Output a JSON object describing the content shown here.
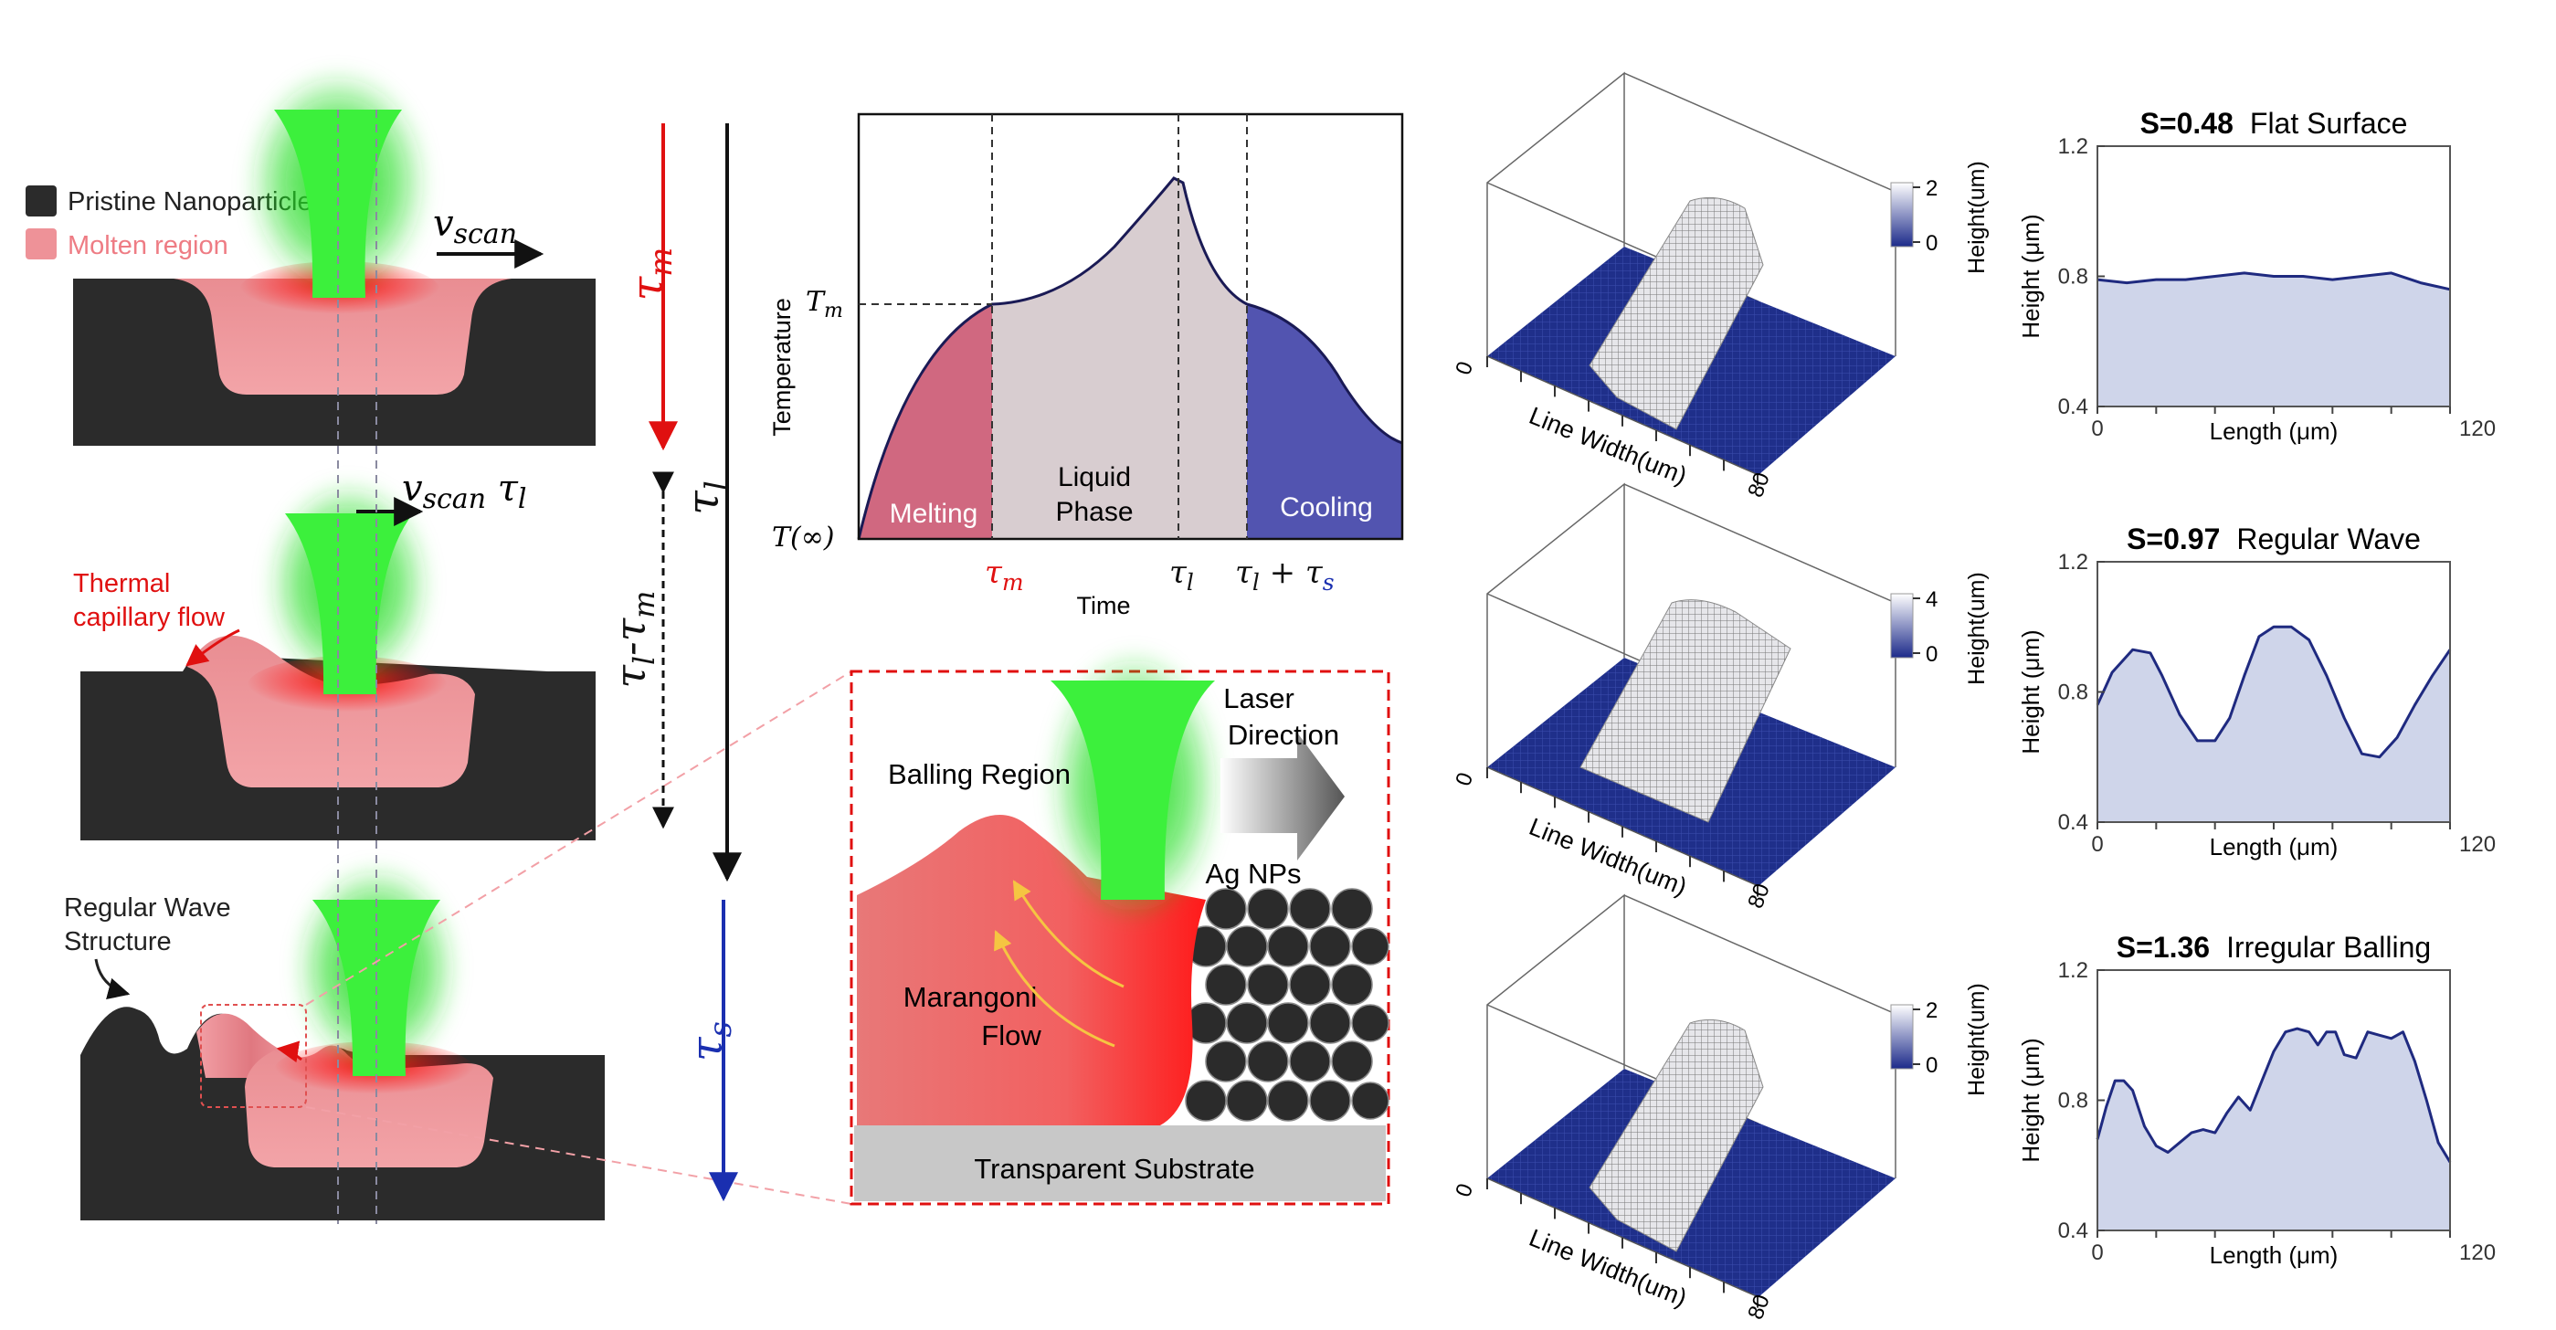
{
  "legend": {
    "pristine": "Pristine Nanoparticle",
    "molten": "Molten region"
  },
  "labels": {
    "vscan": "v",
    "vscan_sub": "scan",
    "vscan_tau": "v",
    "vscan_tau_sub": "scan",
    "vscan_tau_tail": " τ",
    "vscan_tau_tail_sub": "l",
    "thermal1": "Thermal",
    "thermal2": "capillary flow",
    "regular1": "Regular Wave",
    "regular2": "Structure"
  },
  "timeline": {
    "tau_m": "τ",
    "tau_m_sub": "m",
    "tau_l": "τ",
    "tau_l_sub": "l",
    "tau_lm": "τ",
    "tau_lm_sub1": "l",
    "tau_lm_mid": "-τ",
    "tau_lm_sub2": "m",
    "tau_s": "τ",
    "tau_s_sub": "s"
  },
  "temp_plot": {
    "ylabel": "Temperature",
    "xlabel": "Time",
    "tm": "T",
    "tm_sub": "m",
    "tinf": "T(∞)",
    "phase_melting": "Melting",
    "phase_liquid1": "Liquid",
    "phase_liquid2": "Phase",
    "phase_cooling": "Cooling",
    "x_tau_m": "τ",
    "x_tau_m_sub": "m",
    "x_tau_l": "τ",
    "x_tau_l_sub": "l",
    "x_tau_ls": "τ",
    "x_tau_ls_sub": "l",
    "x_tau_ls_plus": " + τ",
    "x_tau_ls_sub2": "s"
  },
  "inset": {
    "balling": "Balling Region",
    "laser1": "Laser",
    "laser2": "Direction",
    "ag": "Ag NPs",
    "marangoni1": "Marangoni",
    "marangoni2": "Flow",
    "substrate": "Transparent Substrate"
  },
  "surf_plots": [
    {
      "axis": "Line Width(um)",
      "cbar": "Height(um)",
      "cmax": "2",
      "cmin": "0",
      "t0": "0",
      "t80": "80"
    },
    {
      "axis": "Line Width(um)",
      "cbar": "Height(um)",
      "cmax": "4",
      "cmin": "0",
      "t0": "0",
      "t80": "80"
    },
    {
      "axis": "Line Width(um)",
      "cbar": "Height(um)",
      "cmax": "2",
      "cmin": "0",
      "t0": "0",
      "t80": "80"
    }
  ],
  "profiles": [
    {
      "sval": "S=0.48",
      "title": "Flat Surface",
      "xlabel": "Length (μm)",
      "ylabel": "Height (μm)",
      "yticks": [
        "1.2",
        "0.8",
        "0.4"
      ],
      "xticks": [
        "0",
        "120"
      ]
    },
    {
      "sval": "S=0.97",
      "title": "Regular Wave",
      "xlabel": "Length (μm)",
      "ylabel": "Height (μm)",
      "yticks": [
        "1.2",
        "0.8",
        "0.4"
      ],
      "xticks": [
        "0",
        "120"
      ]
    },
    {
      "sval": "S=1.36",
      "title": "Irregular Balling",
      "xlabel": "Length (μm)",
      "ylabel": "Height (μm)",
      "yticks": [
        "1.2",
        "0.8",
        "0.4"
      ],
      "xticks": [
        "0",
        "120"
      ]
    }
  ],
  "chart_data": [
    {
      "type": "area",
      "title": "",
      "xlabel": "Length (μm)",
      "ylabel": "Height (μm)",
      "xlim": [
        0,
        120
      ],
      "ylim": [
        0.4,
        1.2
      ],
      "x": [
        0,
        10,
        20,
        30,
        40,
        50,
        60,
        70,
        80,
        90,
        100,
        110,
        120
      ],
      "values": [
        0.79,
        0.78,
        0.79,
        0.79,
        0.8,
        0.81,
        0.8,
        0.8,
        0.79,
        0.8,
        0.81,
        0.78,
        0.76
      ]
    },
    {
      "type": "area",
      "title": "",
      "xlabel": "Length (μm)",
      "ylabel": "Height (μm)",
      "xlim": [
        0,
        120
      ],
      "ylim": [
        0.4,
        1.2
      ],
      "x": [
        0,
        5,
        12,
        18,
        22,
        28,
        34,
        40,
        45,
        50,
        55,
        60,
        66,
        72,
        78,
        84,
        90,
        96,
        102,
        108,
        114,
        120
      ],
      "values": [
        0.76,
        0.86,
        0.93,
        0.92,
        0.85,
        0.73,
        0.65,
        0.65,
        0.72,
        0.85,
        0.97,
        1.0,
        1.0,
        0.96,
        0.85,
        0.72,
        0.61,
        0.6,
        0.66,
        0.76,
        0.85,
        0.93
      ]
    },
    {
      "type": "area",
      "title": "",
      "xlabel": "Length (μm)",
      "ylabel": "Height (μm)",
      "xlim": [
        0,
        120
      ],
      "ylim": [
        0.4,
        1.2
      ],
      "x": [
        0,
        3,
        6,
        9,
        12,
        16,
        20,
        24,
        28,
        32,
        36,
        40,
        44,
        48,
        52,
        56,
        60,
        64,
        68,
        72,
        75,
        78,
        81,
        84,
        88,
        92,
        96,
        100,
        104,
        108,
        112,
        116,
        120
      ],
      "values": [
        0.68,
        0.78,
        0.86,
        0.86,
        0.83,
        0.72,
        0.66,
        0.64,
        0.67,
        0.7,
        0.71,
        0.7,
        0.76,
        0.81,
        0.77,
        0.86,
        0.95,
        1.01,
        1.02,
        1.01,
        0.97,
        1.01,
        1.01,
        0.94,
        0.93,
        1.01,
        1.0,
        0.99,
        1.01,
        0.92,
        0.8,
        0.67,
        0.61
      ]
    }
  ]
}
